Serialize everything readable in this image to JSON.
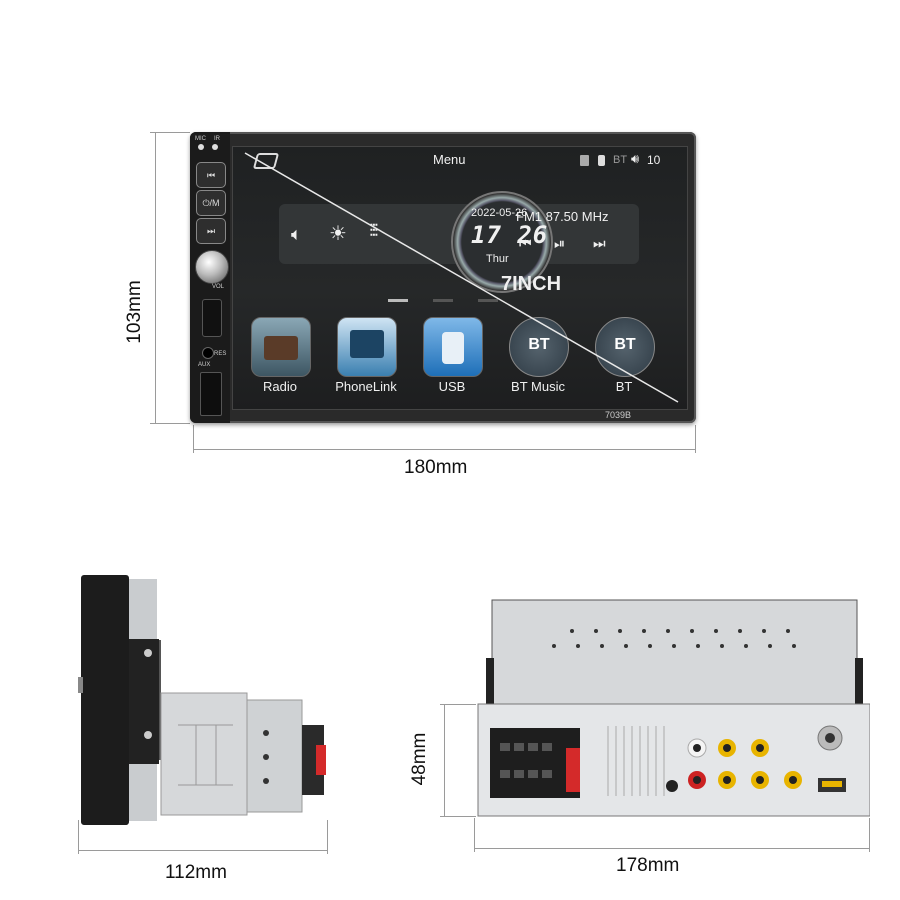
{
  "dimensions": {
    "front_height": "103mm",
    "front_width": "180mm",
    "side_depth": "112mm",
    "back_height": "48mm",
    "back_width": "178mm"
  },
  "front_panel": {
    "labels": {
      "mic": "MIC",
      "ir": "IR",
      "vol": "VOL",
      "res": "RES",
      "aux": "AUX"
    },
    "model": "7039B"
  },
  "screen": {
    "title": "Menu",
    "status": {
      "bt": "BT",
      "volume": "10"
    },
    "date": "2022-05-26",
    "time": "17 26",
    "day": "Thur",
    "radio_freq": "FM1 87.50 MHz",
    "size_label": "7INCH",
    "apps": [
      {
        "label": "Radio",
        "color": "#4d6a7a"
      },
      {
        "label": "PhoneLink",
        "color": "#3a7fb0"
      },
      {
        "label": "USB",
        "color": "#1e6fb8"
      },
      {
        "label": "BT Music",
        "icon_text": "BT",
        "color": "#2e3a44"
      },
      {
        "label": "BT",
        "icon_text": "BT",
        "color": "#2e3a44"
      }
    ]
  },
  "colors": {
    "accent": "#1e6fb8",
    "rca_yellow": "#e8b400",
    "rca_red": "#cc2222",
    "connector_red": "#d42a2a"
  }
}
